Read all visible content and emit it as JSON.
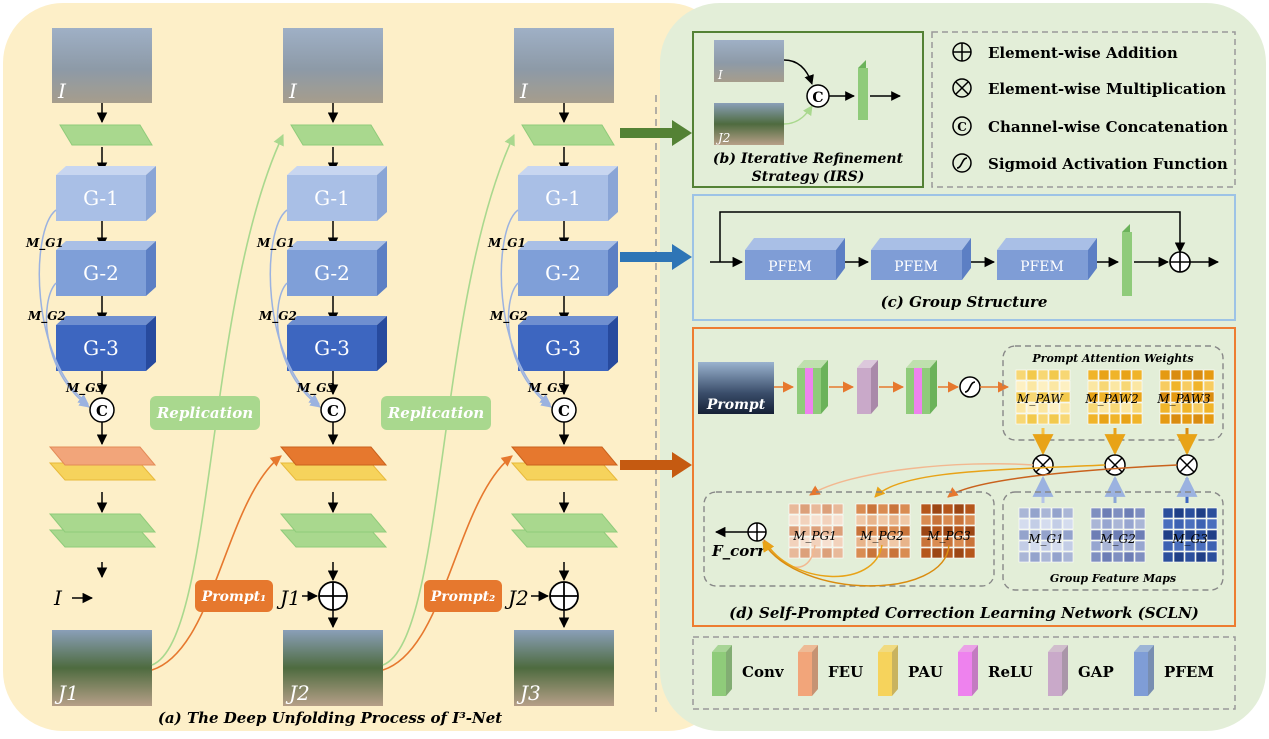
{
  "left_panel": {
    "caption": "(a) The Deep Unfolding Process of I³-Net",
    "input_label": "I",
    "groups": [
      "G-1",
      "G-2",
      "G-3"
    ],
    "group_maps": [
      "M_G1",
      "M_G2",
      "M_G3"
    ],
    "concat_symbol": "C",
    "replication": "Replication",
    "prompt1": "Prompt₁",
    "prompt2": "Prompt₂",
    "outputs": [
      "J1",
      "J2",
      "J3"
    ],
    "prev_inputs": [
      "I",
      "J1",
      "J2"
    ]
  },
  "irs": {
    "caption_line1": "(b) Iterative Refinement",
    "caption_line2": "Strategy (IRS)",
    "img_label_1": "I",
    "img_label_2": "J2",
    "concat_symbol": "C"
  },
  "legend_ops": [
    {
      "symbol": "⊕",
      "label": "Element-wise Addition"
    },
    {
      "symbol": "⊗",
      "label": "Element-wise Multiplication"
    },
    {
      "symbol": "C",
      "label": "Channel-wise Concatenation"
    },
    {
      "symbol": "sigmoid",
      "label": "Sigmoid Activation Function"
    }
  ],
  "group_structure": {
    "caption": "(c) Group Structure",
    "blocks": [
      "PFEM",
      "PFEM",
      "PFEM"
    ]
  },
  "scln": {
    "caption": "(d) Self-Prompted Correction Learning Network (SCLN)",
    "prompt_label": "Prompt",
    "paw_title": "Prompt Attention Weights",
    "paw_labels": [
      "M_PAW",
      "M_PAW2",
      "M_PAW3"
    ],
    "pg_labels": [
      "M_PG1",
      "M_PG2",
      "M_PG3"
    ],
    "gfm_labels": [
      "M_G1",
      "M_G2",
      "M_G3"
    ],
    "gfm_title": "Group Feature Maps",
    "fcorr": "F_corr"
  },
  "legend_blocks": [
    {
      "label": "Conv",
      "color": "#8fcb7a"
    },
    {
      "label": "FEU",
      "color": "#f2a57a"
    },
    {
      "label": "PAU",
      "color": "#f6d35c"
    },
    {
      "label": "ReLU",
      "color": "#ee82ee"
    },
    {
      "label": "GAP",
      "color": "#c9a9c9"
    },
    {
      "label": "PFEM",
      "color": "#7f9dd6"
    }
  ],
  "colors": {
    "left_bg": "#fdefc8",
    "right_bg": "#e3eed8",
    "conv": "#8fcb7a",
    "orange": "#e6782e",
    "blue_g1": "#a9bfe6",
    "blue_g2": "#7f9fd8",
    "blue_g3": "#3d66c0"
  }
}
